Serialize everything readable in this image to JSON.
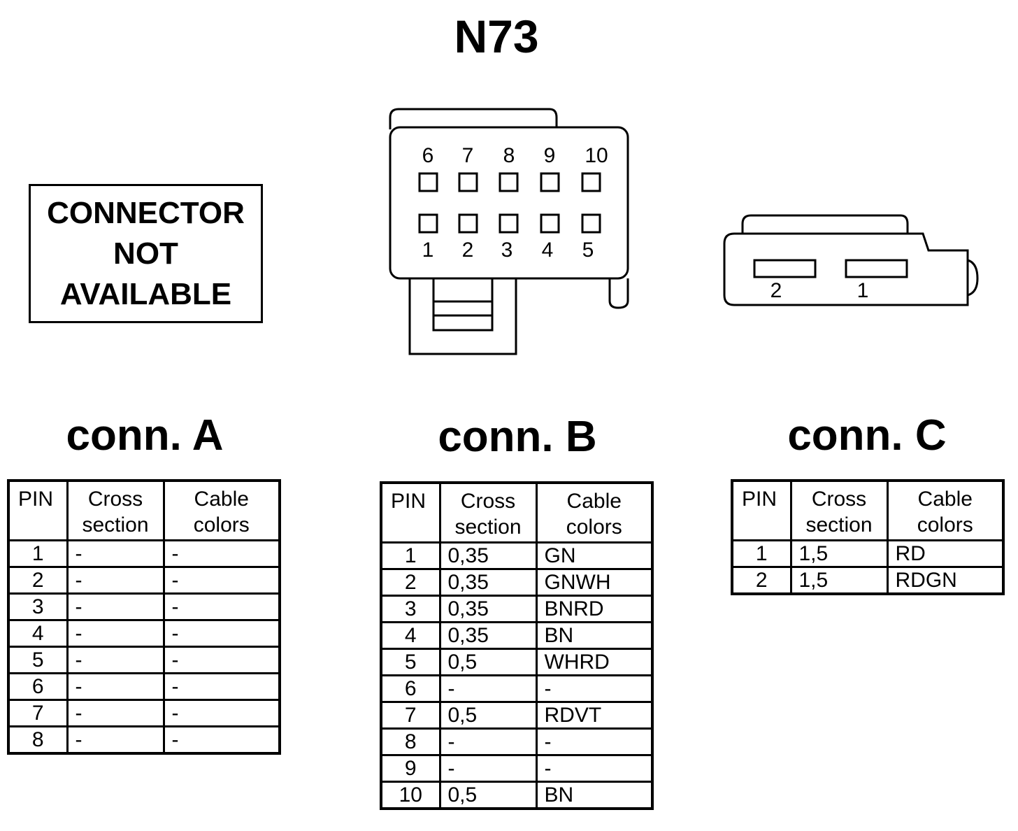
{
  "title": "N73",
  "connector_na": [
    "CONNECTOR",
    "NOT",
    "AVAILABLE"
  ],
  "connector_b_diagram": {
    "top_pins": [
      "6",
      "7",
      "8",
      "9",
      "10"
    ],
    "bottom_pins": [
      "1",
      "2",
      "3",
      "4",
      "5"
    ]
  },
  "connector_c_diagram": {
    "pins": [
      "2",
      "1"
    ]
  },
  "headers": {
    "pin": "PIN",
    "cross": [
      "Cross",
      "section"
    ],
    "colors": [
      "Cable",
      "colors"
    ]
  },
  "conn_a": {
    "title": "conn. A",
    "rows": [
      {
        "pin": "1",
        "cross": "-",
        "color": "-"
      },
      {
        "pin": "2",
        "cross": "-",
        "color": "-"
      },
      {
        "pin": "3",
        "cross": "-",
        "color": "-"
      },
      {
        "pin": "4",
        "cross": "-",
        "color": "-"
      },
      {
        "pin": "5",
        "cross": "-",
        "color": "-"
      },
      {
        "pin": "6",
        "cross": "-",
        "color": "-"
      },
      {
        "pin": "7",
        "cross": "-",
        "color": "-"
      },
      {
        "pin": "8",
        "cross": "-",
        "color": "-"
      }
    ]
  },
  "conn_b": {
    "title": "conn. B",
    "rows": [
      {
        "pin": "1",
        "cross": "0,35",
        "color": "GN"
      },
      {
        "pin": "2",
        "cross": "0,35",
        "color": "GNWH"
      },
      {
        "pin": "3",
        "cross": "0,35",
        "color": "BNRD"
      },
      {
        "pin": "4",
        "cross": "0,35",
        "color": "BN"
      },
      {
        "pin": "5",
        "cross": "0,5",
        "color": "WHRD"
      },
      {
        "pin": "6",
        "cross": "-",
        "color": "-"
      },
      {
        "pin": "7",
        "cross": "0,5",
        "color": "RDVT"
      },
      {
        "pin": "8",
        "cross": "-",
        "color": "-"
      },
      {
        "pin": "9",
        "cross": "-",
        "color": "-"
      },
      {
        "pin": "10",
        "cross": "0,5",
        "color": "BN"
      }
    ]
  },
  "conn_c": {
    "title": "conn. C",
    "rows": [
      {
        "pin": "1",
        "cross": "1,5",
        "color": "RD"
      },
      {
        "pin": "2",
        "cross": "1,5",
        "color": "RDGN"
      }
    ]
  }
}
